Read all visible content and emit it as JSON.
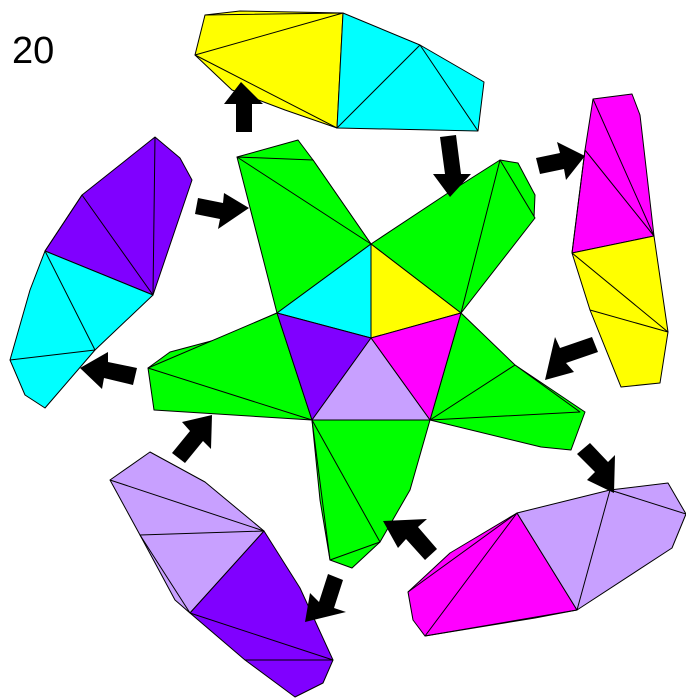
{
  "step_number": "20",
  "colors": {
    "yellow": "#ffff00",
    "cyan": "#00ffff",
    "magenta": "#ff00ff",
    "purple": "#8000ff",
    "lavender": "#c8a0ff",
    "green": "#00ff00",
    "outline": "#000000",
    "arrow": "#000000",
    "background": "#ffffff"
  },
  "center_star": {
    "center_triangle_color": "lavender",
    "inner_ring_colors": [
      "cyan",
      "yellow",
      "magenta",
      "purple"
    ],
    "arm_color": "green"
  },
  "satellite_pieces": [
    {
      "position": "top",
      "colors": [
        "yellow",
        "cyan"
      ]
    },
    {
      "position": "right",
      "colors": [
        "magenta",
        "yellow"
      ]
    },
    {
      "position": "lower-right",
      "colors": [
        "magenta",
        "lavender"
      ]
    },
    {
      "position": "lower-left",
      "colors": [
        "lavender",
        "purple"
      ]
    },
    {
      "position": "left",
      "colors": [
        "purple",
        "cyan"
      ]
    }
  ],
  "arrows": [
    {
      "from": "center",
      "to": "top",
      "direction": "outward"
    },
    {
      "from": "top",
      "to": "center",
      "direction": "inward"
    },
    {
      "from": "center",
      "to": "right",
      "direction": "outward"
    },
    {
      "from": "right",
      "to": "center",
      "direction": "inward"
    },
    {
      "from": "center",
      "to": "lower-right",
      "direction": "outward"
    },
    {
      "from": "lower-right",
      "to": "center",
      "direction": "inward"
    },
    {
      "from": "center",
      "to": "lower-left",
      "direction": "outward"
    },
    {
      "from": "lower-left",
      "to": "center",
      "direction": "inward"
    },
    {
      "from": "center",
      "to": "left",
      "direction": "outward"
    },
    {
      "from": "left",
      "to": "center",
      "direction": "inward"
    }
  ]
}
